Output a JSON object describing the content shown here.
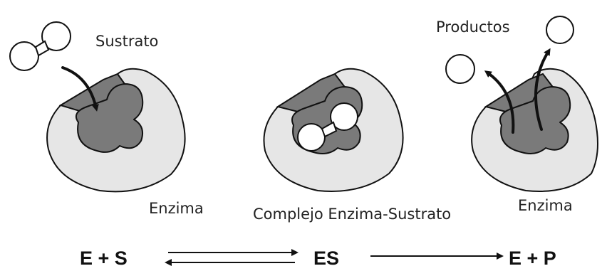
{
  "labels": {
    "sustrato": "Sustrato",
    "productos": "Productos",
    "enzima_1": "Enzima",
    "complejo": "Complejo Enzima-Sustrato",
    "enzima_2": "Enzima"
  },
  "equation": {
    "left": "E + S",
    "middle": "ES",
    "right": "E + P"
  }
}
